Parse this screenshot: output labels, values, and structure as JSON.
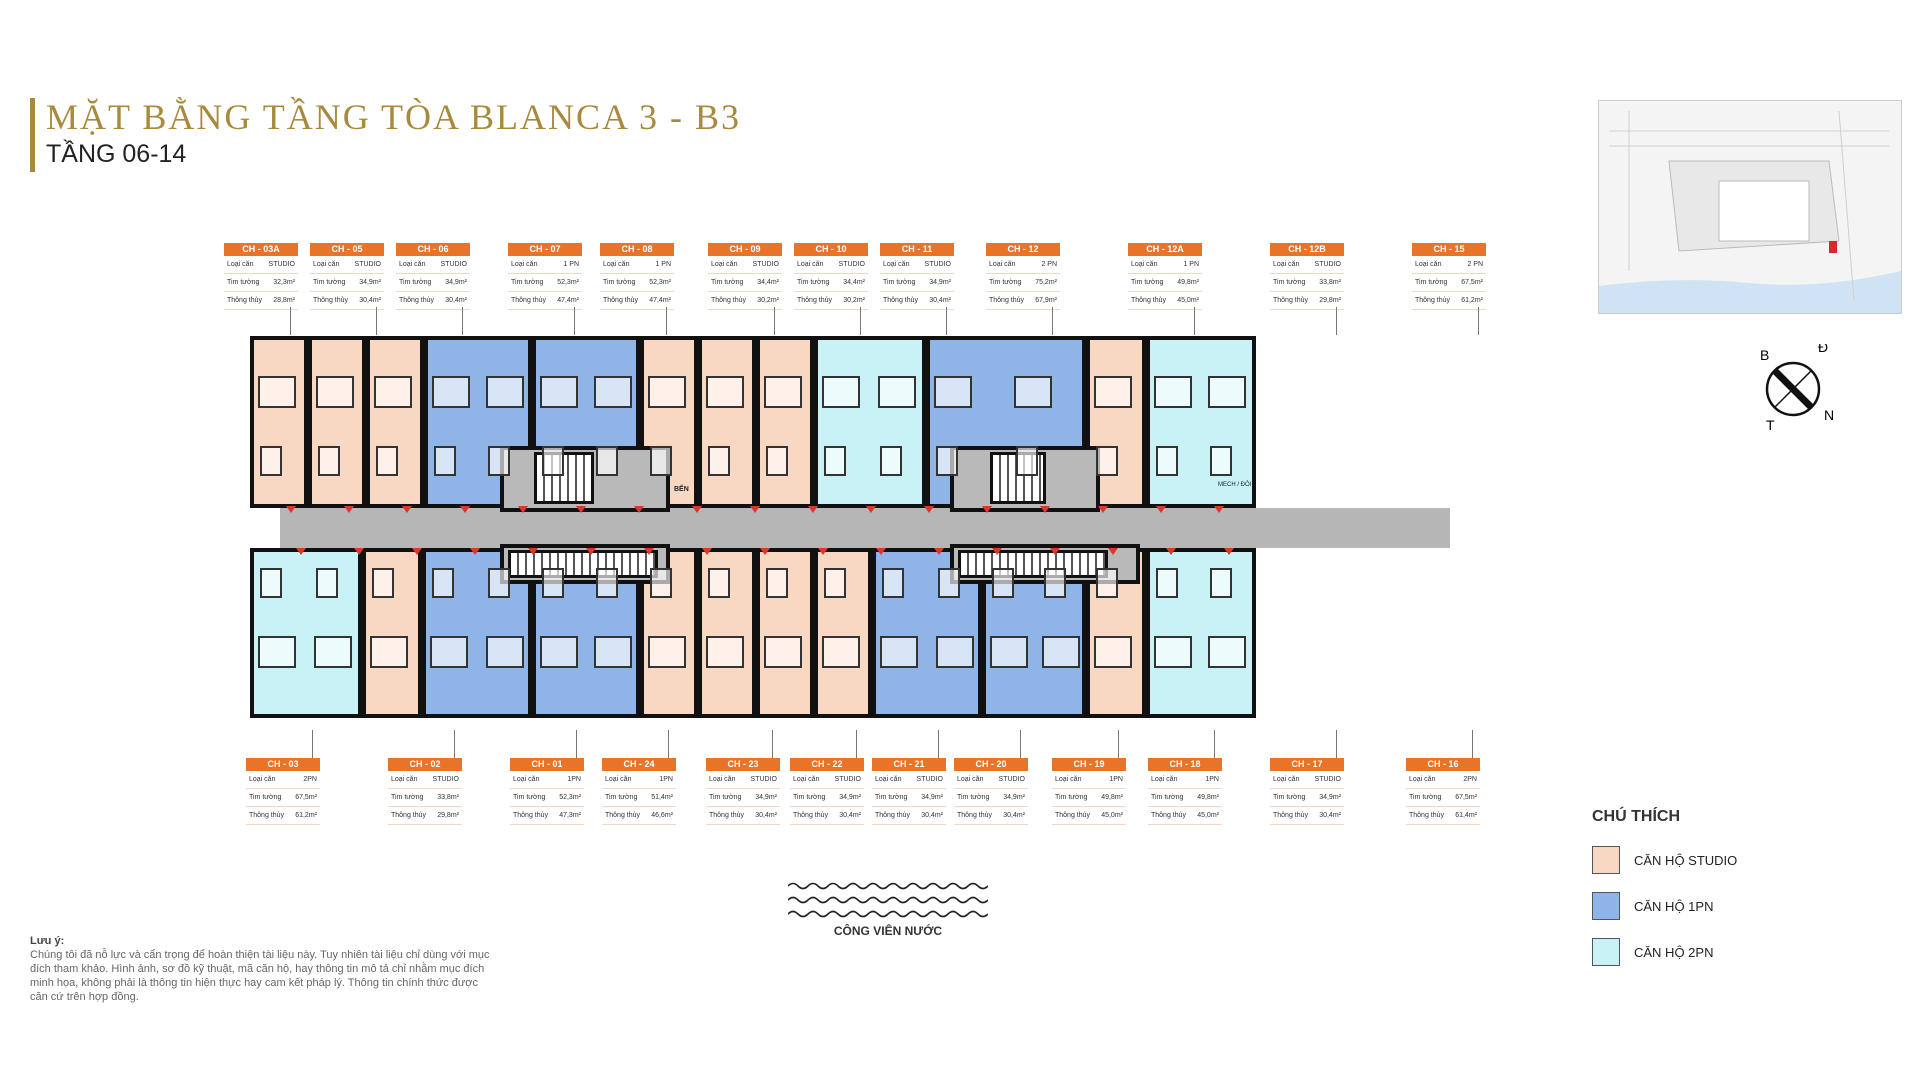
{
  "header": {
    "title": "MẶT BẰNG TẦNG TÒA BLANCA 3 - B3",
    "subtitle": "TẦNG 06-14"
  },
  "field_labels": {
    "type": "Loại căn",
    "wall": "Tim tường",
    "clear": "Thông thủy"
  },
  "top_units": [
    {
      "code": "CH - 03A",
      "type": "STUDIO",
      "wall": "32,3m²",
      "clear": "28,8m²"
    },
    {
      "code": "CH - 05",
      "type": "STUDIO",
      "wall": "34,9m²",
      "clear": "30,4m²"
    },
    {
      "code": "CH - 06",
      "type": "STUDIO",
      "wall": "34,9m²",
      "clear": "30,4m²"
    },
    {
      "code": "CH - 07",
      "type": "1 PN",
      "wall": "52,3m²",
      "clear": "47,4m²"
    },
    {
      "code": "CH - 08",
      "type": "1 PN",
      "wall": "52,3m²",
      "clear": "47,4m²"
    },
    {
      "code": "CH - 09",
      "type": "STUDIO",
      "wall": "34,4m²",
      "clear": "30,2m²"
    },
    {
      "code": "CH - 10",
      "type": "STUDIO",
      "wall": "34,4m²",
      "clear": "30,2m²"
    },
    {
      "code": "CH - 11",
      "type": "STUDIO",
      "wall": "34,9m²",
      "clear": "30,4m²"
    },
    {
      "code": "CH - 12",
      "type": "2 PN",
      "wall": "75,2m²",
      "clear": "67,9m²"
    },
    {
      "code": "CH - 12A",
      "type": "1 PN",
      "wall": "49,8m²",
      "clear": "45,0m²"
    },
    {
      "code": "CH - 12B",
      "type": "STUDIO",
      "wall": "33,8m²",
      "clear": "29,8m²"
    },
    {
      "code": "CH - 15",
      "type": "2 PN",
      "wall": "67,5m²",
      "clear": "61,2m²"
    }
  ],
  "bottom_units": [
    {
      "code": "CH - 03",
      "type": "2PN",
      "wall": "67,5m²",
      "clear": "61,2m²"
    },
    {
      "code": "CH - 02",
      "type": "STUDIO",
      "wall": "33,8m²",
      "clear": "29,8m²"
    },
    {
      "code": "CH - 01",
      "type": "1PN",
      "wall": "52,3m²",
      "clear": "47,3m²"
    },
    {
      "code": "CH - 24",
      "type": "1PN",
      "wall": "51,4m²",
      "clear": "46,6m²"
    },
    {
      "code": "CH - 23",
      "type": "STUDIO",
      "wall": "34,9m²",
      "clear": "30,4m²"
    },
    {
      "code": "CH - 22",
      "type": "STUDIO",
      "wall": "34,9m²",
      "clear": "30,4m²"
    },
    {
      "code": "CH - 21",
      "type": "STUDIO",
      "wall": "34,9m²",
      "clear": "30,4m²"
    },
    {
      "code": "CH - 20",
      "type": "STUDIO",
      "wall": "34,9m²",
      "clear": "30,4m²"
    },
    {
      "code": "CH - 19",
      "type": "1PN",
      "wall": "49,8m²",
      "clear": "45,0m²"
    },
    {
      "code": "CH - 18",
      "type": "1PN",
      "wall": "49,8m²",
      "clear": "45,0m²"
    },
    {
      "code": "CH - 17",
      "type": "STUDIO",
      "wall": "34,9m²",
      "clear": "30,4m²"
    },
    {
      "code": "CH - 16",
      "type": "2PN",
      "wall": "67,5m²",
      "clear": "61,4m²"
    }
  ],
  "plan_labels": {
    "ben": "BẾN",
    "elevator": "MECH / ĐÔI"
  },
  "compass": {
    "b": "B",
    "d": "Đ",
    "t": "T",
    "n": "N"
  },
  "legend": {
    "title": "CHÚ THÍCH",
    "items": [
      {
        "label": "CĂN HỘ STUDIO",
        "color": "#f9d8c3"
      },
      {
        "label": "CĂN HỘ 1PN",
        "color": "#8fb4e8"
      },
      {
        "label": "CĂN HỘ 2PN",
        "color": "#c8f2f6"
      }
    ]
  },
  "note": {
    "title": "Lưu ý:",
    "text": "Chúng tôi đã nỗ lực và cẩn trọng để hoàn thiện tài liệu này. Tuy nhiên tài liệu chỉ dùng với mục đích tham khảo. Hình ảnh, sơ đồ kỹ thuật, mã căn hộ, hay thông tin mô tả chỉ nhằm mục đích minh họa, không phải là thông tin hiện thực hay cam kết pháp lý. Thông tin chính thức được căn cứ trên hợp đồng."
  },
  "park": {
    "label": "CÔNG VIÊN NƯỚC"
  }
}
